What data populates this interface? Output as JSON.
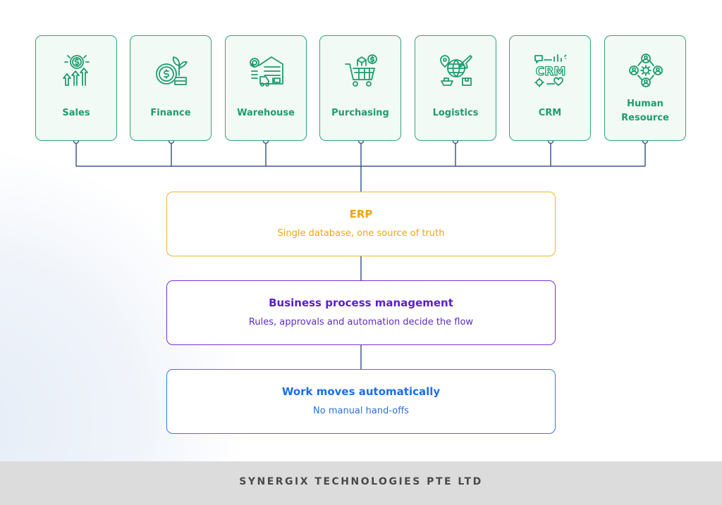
{
  "modules": [
    {
      "label": "Sales",
      "icon": "sales-chart-icon"
    },
    {
      "label": "Finance",
      "icon": "finance-coin-plant-icon"
    },
    {
      "label": "Warehouse",
      "icon": "warehouse-forklift-icon"
    },
    {
      "label": "Purchasing",
      "icon": "shopping-cart-icon"
    },
    {
      "label": "Logistics",
      "icon": "globe-logistics-icon"
    },
    {
      "label": "CRM",
      "icon": "crm-icon"
    },
    {
      "label_line1": "Human",
      "label_line2": "Resource",
      "icon": "human-resource-network-icon"
    }
  ],
  "erp": {
    "title": "ERP",
    "subtitle": "Single database, one source of truth"
  },
  "bpm": {
    "title": "Business process management",
    "subtitle": "Rules, approvals and automation decide the flow"
  },
  "automation": {
    "title": "Work moves automatically",
    "subtitle": "No manual hand-offs"
  },
  "footer": {
    "text": "SYNERGIX TECHNOLOGIES PTE LTD"
  },
  "icon_crm_text": "CRM",
  "colors": {
    "module_green": "#1e9c6d",
    "erp_orange": "#f0a412",
    "bpm_purple": "#5a1ec8",
    "automation_blue": "#1a6fe8",
    "connector": "#3c5a8a"
  }
}
